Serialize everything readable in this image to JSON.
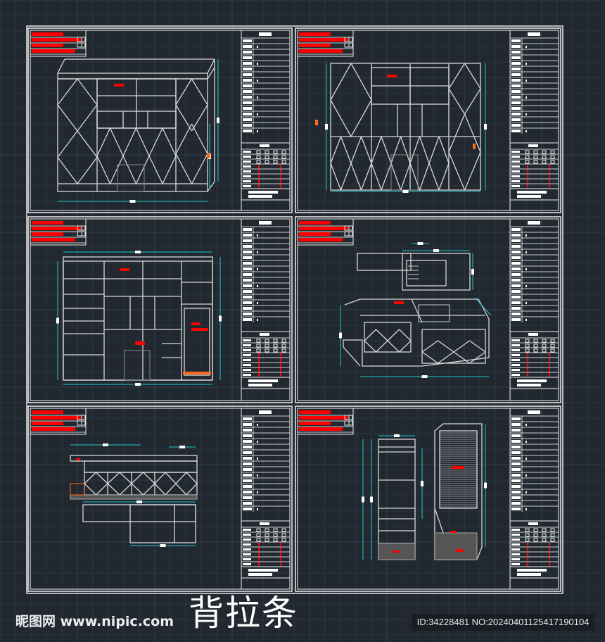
{
  "drawing": {
    "title": "背拉条",
    "sheet_count": 6,
    "colors": {
      "background": "#212830",
      "grid": "#2c3440",
      "lines": "#d8d8d8",
      "dimension": "#1ec8d0",
      "highlight": "#ff0000",
      "marker": "#ff6a1a"
    }
  },
  "watermark": {
    "site": "昵图网 www.nipic.com",
    "id_text": "ID:34228481 NO:20240401125417190104"
  }
}
